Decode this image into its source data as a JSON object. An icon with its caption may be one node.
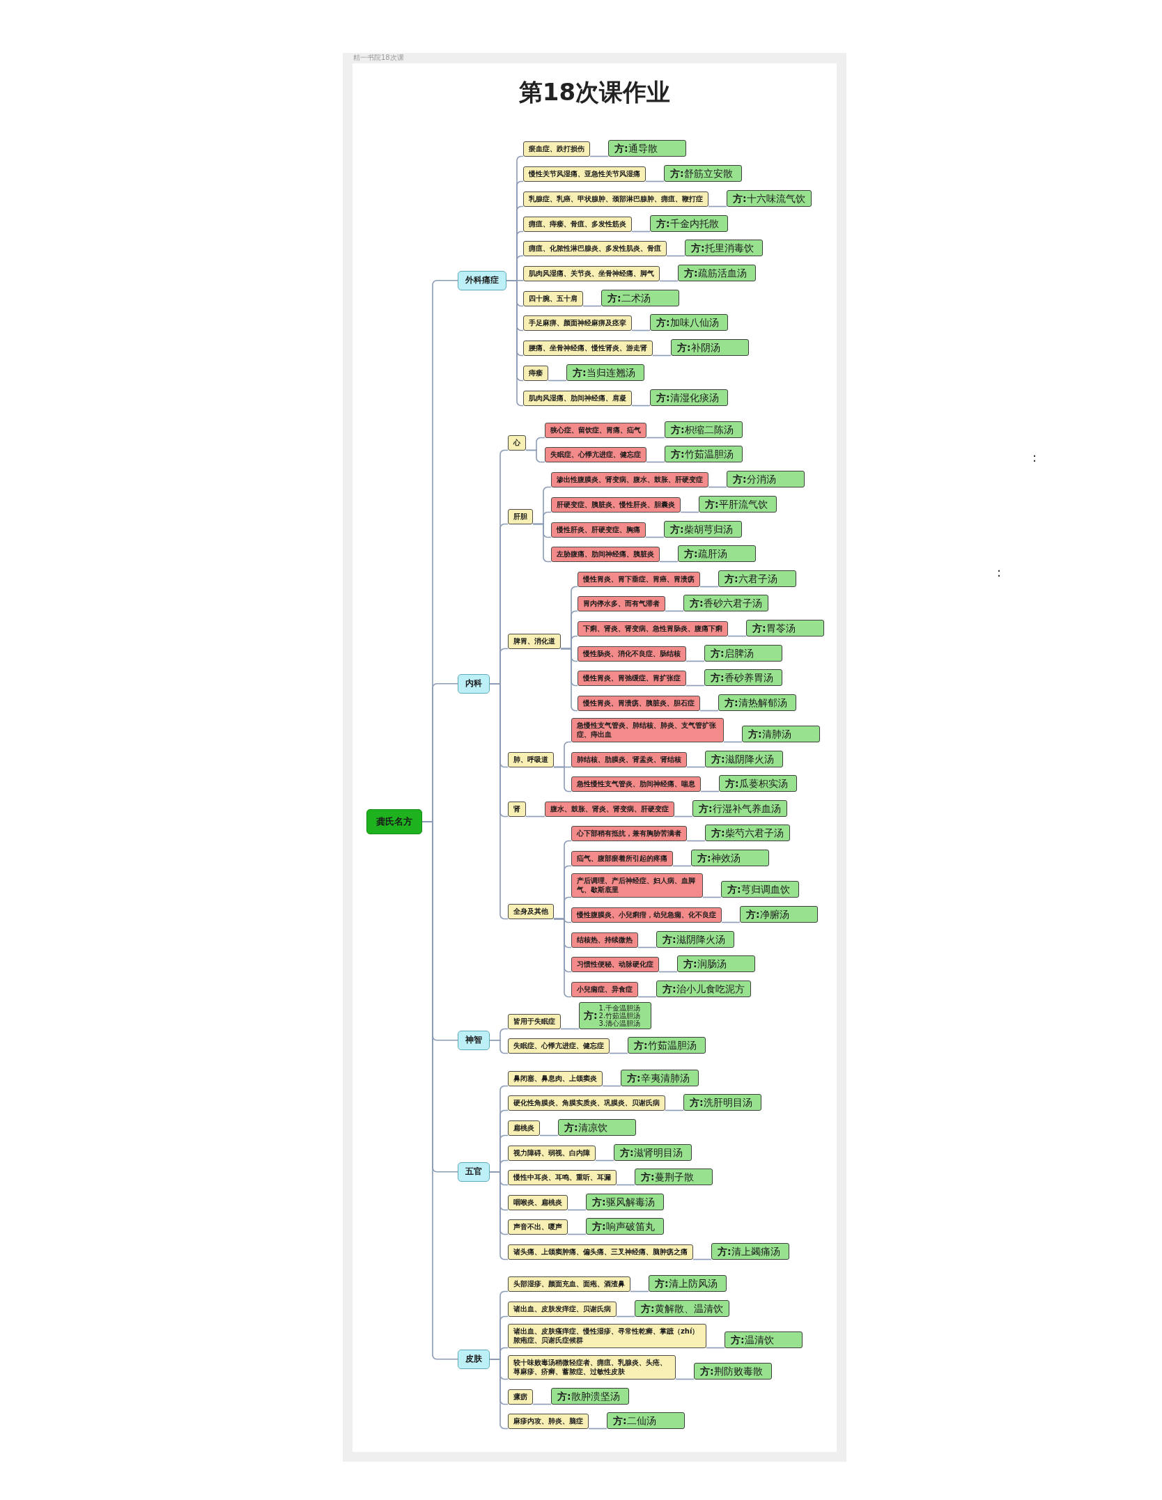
{
  "diagram": {
    "title": "第18次课作业",
    "nodes": [
      {
        "text": [
          "龚氏名方"
        ]
      },
      {
        "text": [
          "外科痛症"
        ]
      },
      {
        "text": [
          "瘀血症、跌打损伤"
        ]
      },
      {
        "text": [
          "**方:**通导散"
        ]
      },
      {
        "text": [
          "慢性关节风湿痛、亚急性关节风湿痛"
        ]
      },
      {
        "text": [
          "**方:**舒筋立安散"
        ]
      },
      {
        "text": [
          "乳腺症、乳癌、甲状腺肿、颈部淋巴腺肿、痈疽、鞭打症"
        ]
      },
      {
        "text": [
          "**方:**十六味流气饮"
        ]
      },
      {
        "text": [
          "痈疽、痔瘘、骨疽、多发性筋炎"
        ]
      },
      {
        "text": [
          "**方:**千金内托散"
        ]
      },
      {
        "text": [
          "痈疽、化脓性淋巴腺炎、多发性肌炎、骨疽"
        ]
      },
      {
        "text": [
          "**方:**托里消毒饮"
        ]
      },
      {
        "text": [
          "肌肉风湿痛、关节炎、坐骨神经痛、脚气"
        ]
      },
      {
        "text": [
          "**方:**疏筋活血汤"
        ]
      },
      {
        "text": [
          "四十腕、五十肩"
        ]
      },
      {
        "text": [
          "**方:**二术汤"
        ]
      },
      {
        "text": [
          "手足麻痹、颜面神经麻痹及痉挛"
        ]
      },
      {
        "text": [
          "**方:**加味八仙汤"
        ]
      },
      {
        "text": [
          "腰痛、坐骨神经痛、慢性肾炎、游走肾"
        ]
      },
      {
        "text": [
          "**方:**补阴汤"
        ]
      },
      {
        "text": [
          "痔瘘"
        ]
      },
      {
        "text": [
          "**方:**当归连翘汤"
        ]
      },
      {
        "text": [
          "肌肉风湿痛、肋间神经痛、肩凝"
        ]
      },
      {
        "text": [
          "**方:**清湿化痰汤"
        ]
      },
      {
        "text": [
          "内科"
        ]
      },
      {
        "text": [
          "心"
        ]
      },
      {
        "text": [
          "狭心症、留饮症、胃痛、疝气"
        ]
      },
      {
        "text": [
          "**方:**枳缩二陈汤"
        ]
      },
      {
        "text": [
          "失眠症、心悸亢进症、健忘症"
        ]
      },
      {
        "text": [
          "**方:**竹茹温胆汤"
        ]
      },
      {
        "text": [
          "肝胆"
        ]
      },
      {
        "text": [
          "渗出性腹膜炎、肾变病、腹水、鼓胀、肝硬变症"
        ]
      },
      {
        "text": [
          "**方:**分消汤"
        ]
      },
      {
        "text": [
          "肝硬变症、胰脏炎、慢性肝炎、胆囊炎"
        ]
      },
      {
        "text": [
          "**方:**平肝流气饮"
        ]
      },
      {
        "text": [
          "慢性肝炎、肝硬变症、胸痛"
        ]
      },
      {
        "text": [
          "**方:**柴胡芎归汤"
        ]
      },
      {
        "text": [
          "左胁腹痛、肋间神经痛、胰脏炎"
        ]
      },
      {
        "text": [
          "**方:**疏肝汤"
        ]
      },
      {
        "text": [
          "脾胃、消化道"
        ]
      },
      {
        "text": [
          "慢性胃炎、胃下垂症、胃癌、胃溃疡"
        ]
      },
      {
        "text": [
          "**方:**六君子汤"
        ]
      },
      {
        "text": [
          "胃内停水多、而有气滞者"
        ]
      },
      {
        "text": [
          "**方:**香砂六君子汤"
        ]
      },
      {
        "text": [
          "下痢、肾炎、肾变病、急性胃肠炎、腹痛下痢"
        ]
      },
      {
        "text": [
          "**方:**胃苓汤"
        ]
      },
      {
        "text": [
          "慢性肠炎、消化不良症、肠结核"
        ]
      },
      {
        "text": [
          "**方:**启脾汤"
        ]
      },
      {
        "text": [
          "慢性胃炎、胃弛缓症、胃扩张症"
        ]
      },
      {
        "text": [
          "**方:**香砂养胃汤"
        ]
      },
      {
        "text": [
          "慢性胃炎、胃溃疡、胰脏炎、胆石症"
        ]
      },
      {
        "text": [
          "**方:**清热解郁汤"
        ]
      },
      {
        "text": [
          "肺、呼吸道"
        ]
      },
      {
        "text": [
          "急慢性支气管炎、肺结核、肺炎、支气管扩张症、痔出血"
        ]
      },
      {
        "text": [
          "**方:**清肺汤"
        ]
      },
      {
        "text": [
          "肺结核、肋膜炎、肾盂炎、肾结核"
        ]
      },
      {
        "text": [
          "**方:**滋阴降火汤"
        ]
      },
      {
        "text": [
          "急性慢性支气管炎、肋间神经痛、喘息"
        ]
      },
      {
        "text": [
          "**方:**瓜蒌枳实汤"
        ]
      },
      {
        "text": [
          "肾"
        ]
      },
      {
        "text": [
          "腹水、鼓胀、肾炎、肾变病、肝硬变症"
        ]
      },
      {
        "text": [
          "**方:**行湿补气养血汤"
        ]
      },
      {
        "text": [
          "全身及其他"
        ]
      },
      {
        "text": [
          "心下部稍有抵抗，兼有胸胁苦满者"
        ]
      },
      {
        "text": [
          "**方:**柴芍六君子汤"
        ]
      },
      {
        "text": [
          "疝气、腹部瘀着所引起的疼痛"
        ]
      },
      {
        "text": [
          "**方:**神效汤"
        ]
      },
      {
        "text": [
          "产后调理、产后神经症、妇人病、血脚气、歇斯底里"
        ]
      },
      {
        "text": [
          "**方:**芎归调血饮"
        ]
      },
      {
        "text": [
          "慢性腹膜炎、小兒痢疳，幼兒急痫、化不良症"
        ]
      },
      {
        "text": [
          "**方:**净腑汤"
        ]
      },
      {
        "text": [
          "结核热、持续微热"
        ]
      },
      {
        "text": [
          "**方:**滋阴降火汤"
        ]
      },
      {
        "text": [
          "习惯性便秘、动脉硬化症"
        ]
      },
      {
        "text": [
          "**方:**润肠汤"
        ]
      },
      {
        "text": [
          "小兒痫症、异食症"
        ]
      },
      {
        "text": [
          "**方:**治小儿食吃泥方"
        ]
      },
      {
        "text": [
          "神智"
        ]
      },
      {
        "text": [
          "皆用于失眠症"
        ]
      },
      {
        "text": [
          "**方:**1.千金温胆汤 2.竹茹温胆汤 3.清心温胆汤"
        ]
      },
      {
        "text": [
          "失眠症、心悸亢进症、健忘症"
        ]
      },
      {
        "text": [
          "**方:**竹茹温胆汤"
        ]
      },
      {
        "text": [
          "五官"
        ]
      },
      {
        "text": [
          "鼻闭塞、鼻息肉、上颌窦炎"
        ]
      },
      {
        "text": [
          "**方:**辛夷清肺汤"
        ]
      },
      {
        "text": [
          "硬化性角膜炎、角膜实质炎、巩膜炎、贝谢氏病"
        ]
      },
      {
        "text": [
          "**方:**洗肝明目汤"
        ]
      },
      {
        "text": [
          "扁桃炎"
        ]
      },
      {
        "text": [
          "**方:**清凉饮"
        ]
      },
      {
        "text": [
          "视力障碍、弱视、白内障"
        ]
      },
      {
        "text": [
          "**方:**滋肾明目汤"
        ]
      },
      {
        "text": [
          "慢性中耳炎、耳鸣、重听、耳漏"
        ]
      },
      {
        "text": [
          "**方:**蔓荆子散"
        ]
      },
      {
        "text": [
          "咽喉炎、扁桃炎"
        ]
      },
      {
        "text": [
          "**方:**驱风解毒汤"
        ]
      },
      {
        "text": [
          "声音不出、嗄声"
        ]
      },
      {
        "text": [
          "**方:**响声破笛丸"
        ]
      },
      {
        "text": [
          "诸头痛、上颌窦肿痛、偏头痛、三叉神经痛、脑肿疡之痛"
        ]
      },
      {
        "text": [
          "**方:**清上蠲痛汤"
        ]
      },
      {
        "text": [
          "皮肤"
        ]
      },
      {
        "text": [
          "头部湿疹、颜面充血、面疱、酒渣鼻"
        ]
      },
      {
        "text": [
          "**方:**清上防风汤"
        ]
      },
      {
        "text": [
          "诸出血、皮肤发痒症、贝谢氏病"
        ]
      },
      {
        "text": [
          "**方:**黄解散、温清饮"
        ]
      },
      {
        "text": [
          "诸出血、皮肤瘙痒症、慢性湿疹、寻常性乾癣、掌蹠（zhí）脓疱症、贝谢氏症候群"
        ]
      },
      {
        "text": [
          "**方:**温清饮"
        ]
      },
      {
        "text": [
          "较十味败毒汤稍微轻症者、痈疽、乳腺炎、头疮、荨麻疹、疥癣、蓄脓症、过敏性皮肤"
        ]
      },
      {
        "text": [
          "**方:**荆防败毒散"
        ]
      },
      {
        "text": [
          "瘰疬"
        ]
      },
      {
        "text": [
          "**方:**散肿溃坚汤"
        ]
      },
      {
        "text": [
          "麻疹内攻、肺炎、脑症"
        ]
      },
      {
        "text": [
          "**方:**二仙汤"
        ]
      }
    ],
    "edges": [
      {
        "from": 0,
        "to": 1,
        "arrow": "none"
      },
      {
        "from": 1,
        "to": 2,
        "arrow": "none"
      },
      {
        "from": 2,
        "to": 3,
        "arrow": "none"
      },
      {
        "from": 1,
        "to": 4,
        "arrow": "none"
      },
      {
        "from": 4,
        "to": 5,
        "arrow": "none"
      },
      {
        "from": 1,
        "to": 6,
        "arrow": "none"
      },
      {
        "from": 6,
        "to": 7,
        "arrow": "none"
      },
      {
        "from": 1,
        "to": 8,
        "arrow": "none"
      },
      {
        "from": 8,
        "to": 9,
        "arrow": "none"
      },
      {
        "from": 1,
        "to": 10,
        "arrow": "none"
      },
      {
        "from": 10,
        "to": 11,
        "arrow": "none"
      },
      {
        "from": 1,
        "to": 12,
        "arrow": "none"
      },
      {
        "from": 12,
        "to": 13,
        "arrow": "none"
      },
      {
        "from": 1,
        "to": 14,
        "arrow": "none"
      },
      {
        "from": 14,
        "to": 15,
        "arrow": "none"
      },
      {
        "from": 1,
        "to": 16,
        "arrow": "none"
      },
      {
        "from": 16,
        "to": 17,
        "arrow": "none"
      },
      {
        "from": 1,
        "to": 18,
        "arrow": "none"
      },
      {
        "from": 18,
        "to": 19,
        "arrow": "none"
      },
      {
        "from": 1,
        "to": 20,
        "arrow": "none"
      },
      {
        "from": 20,
        "to": 21,
        "arrow": "none"
      },
      {
        "from": 1,
        "to": 22,
        "arrow": "none"
      },
      {
        "from": 22,
        "to": 23,
        "arrow": "none"
      },
      {
        "from": 0,
        "to": 24,
        "arrow": "none"
      },
      {
        "from": 24,
        "to": 25,
        "arrow": "none"
      },
      {
        "from": 25,
        "to": 26,
        "arrow": "none"
      },
      {
        "from": 26,
        "to": 27,
        "arrow": "none"
      },
      {
        "from": 25,
        "to": 28,
        "arrow": "none"
      },
      {
        "from": 28,
        "to": 29,
        "arrow": "none"
      },
      {
        "from": 24,
        "to": 30,
        "arrow": "none"
      },
      {
        "from": 30,
        "to": 31,
        "arrow": "none"
      },
      {
        "from": 31,
        "to": 32,
        "arrow": "none"
      },
      {
        "from": 30,
        "to": 33,
        "arrow": "none"
      },
      {
        "from": 33,
        "to": 34,
        "arrow": "none"
      },
      {
        "from": 30,
        "to": 35,
        "arrow": "none"
      },
      {
        "from": 35,
        "to": 36,
        "arrow": "none"
      },
      {
        "from": 30,
        "to": 37,
        "arrow": "none"
      },
      {
        "from": 37,
        "to": 38,
        "arrow": "none"
      },
      {
        "from": 24,
        "to": 39,
        "arrow": "none"
      },
      {
        "from": 39,
        "to": 40,
        "arrow": "none"
      },
      {
        "from": 40,
        "to": 41,
        "arrow": "none"
      },
      {
        "from": 39,
        "to": 42,
        "arrow": "none"
      },
      {
        "from": 42,
        "to": 43,
        "arrow": "none"
      },
      {
        "from": 39,
        "to": 44,
        "arrow": "none"
      },
      {
        "from": 44,
        "to": 45,
        "arrow": "none"
      },
      {
        "from": 39,
        "to": 46,
        "arrow": "none"
      },
      {
        "from": 46,
        "to": 47,
        "arrow": "none"
      },
      {
        "from": 39,
        "to": 48,
        "arrow": "none"
      },
      {
        "from": 48,
        "to": 49,
        "arrow": "none"
      },
      {
        "from": 39,
        "to": 50,
        "arrow": "none"
      },
      {
        "from": 50,
        "to": 51,
        "arrow": "none"
      },
      {
        "from": 24,
        "to": 52,
        "arrow": "none"
      },
      {
        "from": 52,
        "to": 53,
        "arrow": "none"
      },
      {
        "from": 53,
        "to": 54,
        "arrow": "none"
      },
      {
        "from": 52,
        "to": 55,
        "arrow": "none"
      },
      {
        "from": 55,
        "to": 56,
        "arrow": "none"
      },
      {
        "from": 52,
        "to": 57,
        "arrow": "none"
      },
      {
        "from": 57,
        "to": 58,
        "arrow": "none"
      },
      {
        "from": 24,
        "to": 59,
        "arrow": "none"
      },
      {
        "from": 59,
        "to": 60,
        "arrow": "none"
      },
      {
        "from": 60,
        "to": 61,
        "arrow": "none"
      },
      {
        "from": 24,
        "to": 62,
        "arrow": "none"
      },
      {
        "from": 62,
        "to": 63,
        "arrow": "none"
      },
      {
        "from": 63,
        "to": 64,
        "arrow": "none"
      },
      {
        "from": 62,
        "to": 65,
        "arrow": "none"
      },
      {
        "from": 65,
        "to": 66,
        "arrow": "none"
      },
      {
        "from": 62,
        "to": 67,
        "arrow": "none"
      },
      {
        "from": 67,
        "to": 68,
        "arrow": "none"
      },
      {
        "from": 62,
        "to": 69,
        "arrow": "none"
      },
      {
        "from": 69,
        "to": 70,
        "arrow": "none"
      },
      {
        "from": 62,
        "to": 71,
        "arrow": "none"
      },
      {
        "from": 71,
        "to": 72,
        "arrow": "none"
      },
      {
        "from": 62,
        "to": 73,
        "arrow": "none"
      },
      {
        "from": 73,
        "to": 74,
        "arrow": "none"
      },
      {
        "from": 62,
        "to": 75,
        "arrow": "none"
      },
      {
        "from": 75,
        "to": 76,
        "arrow": "none"
      },
      {
        "from": 0,
        "to": 77,
        "arrow": "none"
      },
      {
        "from": 77,
        "to": 78,
        "arrow": "none"
      },
      {
        "from": 78,
        "to": 79,
        "arrow": "none"
      },
      {
        "from": 77,
        "to": 80,
        "arrow": "none"
      },
      {
        "from": 80,
        "to": 81,
        "arrow": "none"
      },
      {
        "from": 0,
        "to": 82,
        "arrow": "none"
      },
      {
        "from": 82,
        "to": 83,
        "arrow": "none"
      },
      {
        "from": 83,
        "to": 84,
        "arrow": "none"
      },
      {
        "from": 82,
        "to": 85,
        "arrow": "none"
      },
      {
        "from": 85,
        "to": 86,
        "arrow": "none"
      },
      {
        "from": 82,
        "to": 87,
        "arrow": "none"
      },
      {
        "from": 87,
        "to": 88,
        "arrow": "none"
      },
      {
        "from": 82,
        "to": 89,
        "arrow": "none"
      },
      {
        "from": 89,
        "to": 90,
        "arrow": "none"
      },
      {
        "from": 82,
        "to": 91,
        "arrow": "none"
      },
      {
        "from": 91,
        "to": 92,
        "arrow": "none"
      },
      {
        "from": 82,
        "to": 93,
        "arrow": "none"
      },
      {
        "from": 93,
        "to": 94,
        "arrow": "none"
      },
      {
        "from": 82,
        "to": 95,
        "arrow": "none"
      },
      {
        "from": 95,
        "to": 96,
        "arrow": "none"
      },
      {
        "from": 82,
        "to": 97,
        "arrow": "none"
      },
      {
        "from": 97,
        "to": 98,
        "arrow": "none"
      },
      {
        "from": 0,
        "to": 99,
        "arrow": "none"
      },
      {
        "from": 99,
        "to": 100,
        "arrow": "none"
      },
      {
        "from": 100,
        "to": 101,
        "arrow": "none"
      },
      {
        "from": 99,
        "to": 102,
        "arrow": "none"
      },
      {
        "from": 102,
        "to": 103,
        "arrow": "none"
      },
      {
        "from": 99,
        "to": 104,
        "arrow": "none"
      },
      {
        "from": 104,
        "to": 105,
        "arrow": "none"
      },
      {
        "from": 99,
        "to": 106,
        "arrow": "none"
      },
      {
        "from": 106,
        "to": 107,
        "arrow": "none"
      },
      {
        "from": 99,
        "to": 108,
        "arrow": "none"
      },
      {
        "from": 108,
        "to": 109,
        "arrow": "none"
      },
      {
        "from": 99,
        "to": 110,
        "arrow": "none"
      },
      {
        "from": 110,
        "to": 111,
        "arrow": "none"
      }
    ],
    "labels": [
      "精一书院18次课",
      ":",
      ":"
    ]
  }
}
